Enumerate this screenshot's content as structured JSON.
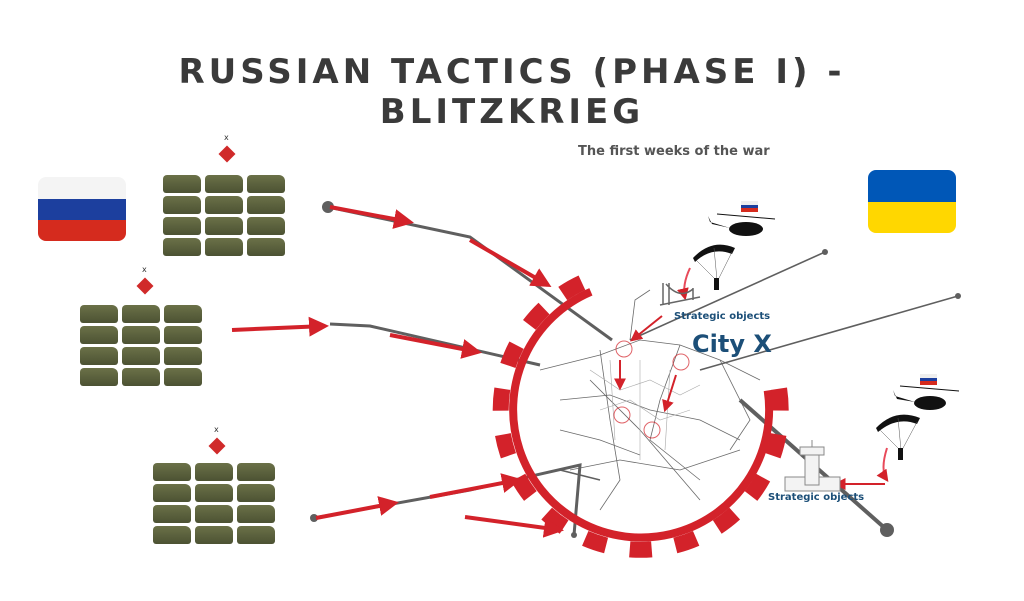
{
  "title": {
    "line1": "RUSSIAN TACTICS (PHASE I) -",
    "line2": "BLITZKRIEG"
  },
  "subtitle": "The first weeks of the war",
  "city_label": "City X",
  "strategic_objects_1": "Strategic objects",
  "strategic_objects_2": "Strategic objects",
  "units": [
    {
      "marker": "x"
    },
    {
      "marker": "x"
    },
    {
      "marker": "x"
    }
  ],
  "colors": {
    "accent_red": "#d3222a",
    "line_gray": "#5f5f5f",
    "label_blue": "#1c4f78",
    "ukraine_blue": "#0057b7",
    "ukraine_yellow": "#ffd700",
    "russia_white": "#ffffff",
    "russia_blue": "#1c3f9e",
    "russia_red": "#d52b1e"
  }
}
